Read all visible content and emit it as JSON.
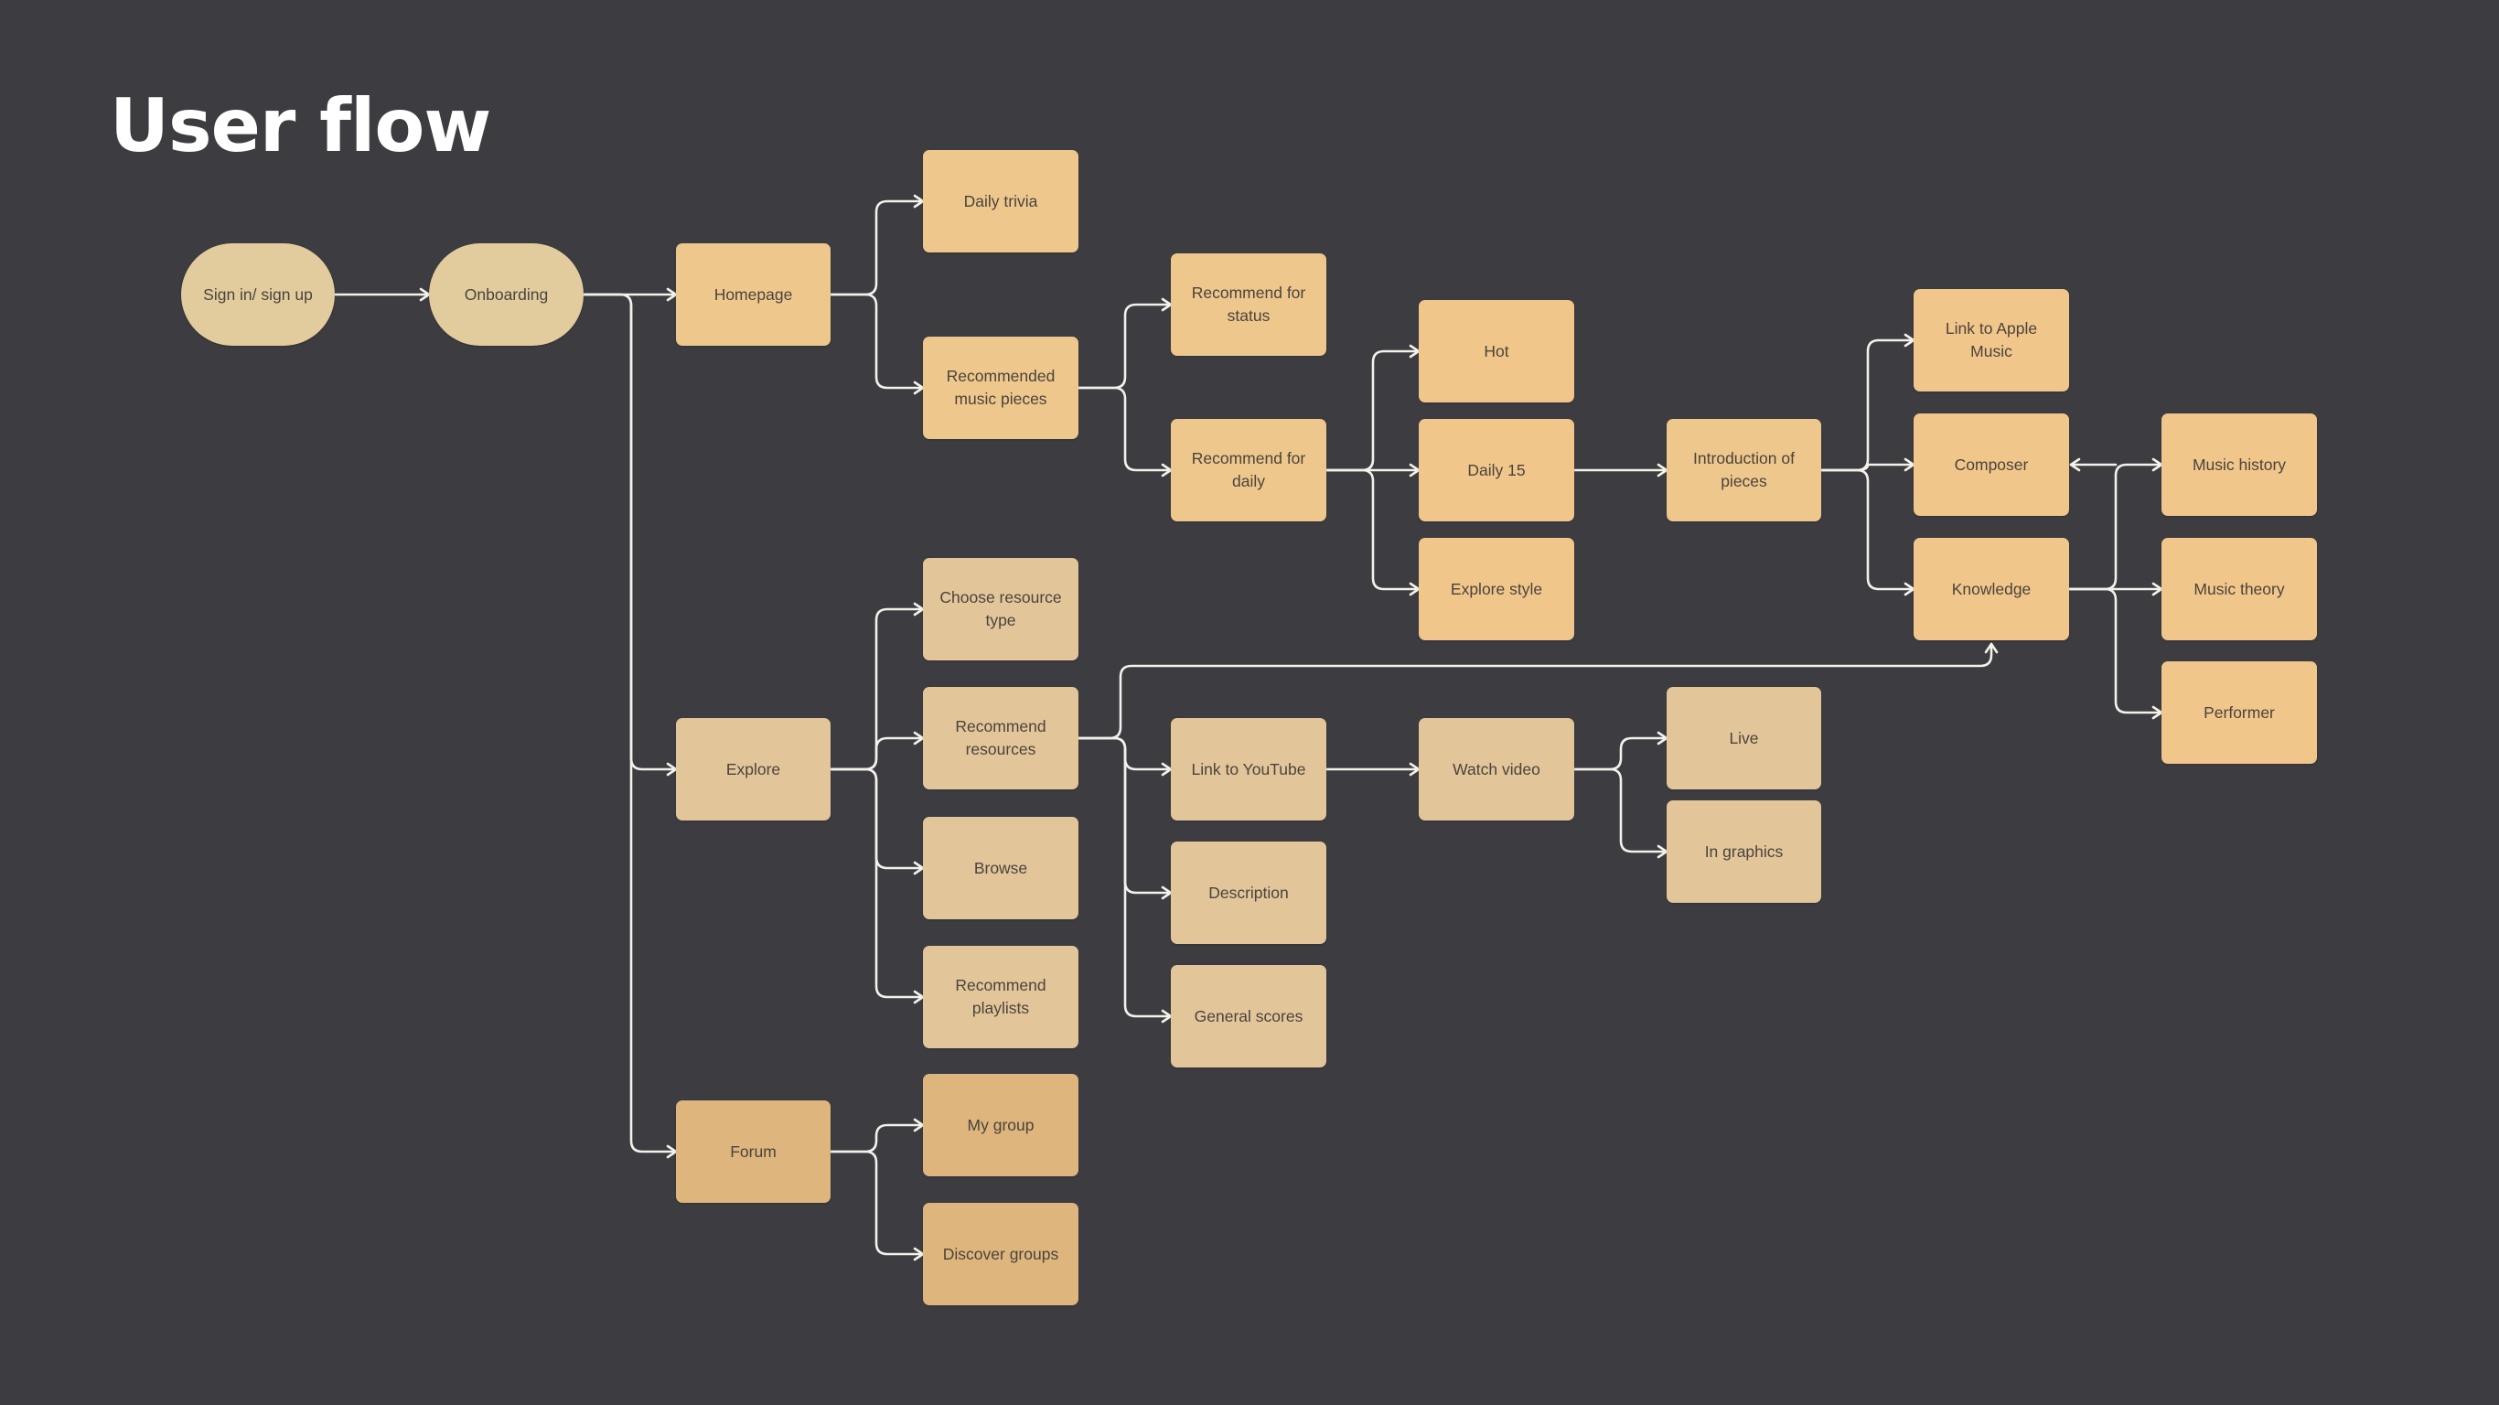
{
  "title": "User flow",
  "colors": {
    "background": "#3c3c41",
    "connector": "#f4f1ea",
    "home_branch": "#eec78c",
    "start_nodes": "#e2cc9d",
    "explore_branch": "#e3c59a",
    "forum_branch": "#ddb57d",
    "text": "#4a443d"
  },
  "nodes": {
    "signin": "Sign in/ sign up",
    "onboarding": "Onboarding",
    "homepage": "Homepage",
    "explore": "Explore",
    "forum": "Forum",
    "daily_trivia": "Daily trivia",
    "recommended_music": "Recommended\nmusic pieces",
    "choose_resource": "Choose resource\ntype",
    "recommend_resources": "Recommend\nresources",
    "browse": "Browse",
    "recommend_playlists": "Recommend\nplaylists",
    "my_group": "My group",
    "discover_groups": "Discover groups",
    "recommend_status": "Recommend for\nstatus",
    "recommend_daily": "Recommend for\ndaily",
    "link_youtube": "Link to YouTube",
    "description": "Description",
    "general_scores": "General scores",
    "hot": "Hot",
    "daily15": "Daily 15",
    "explore_style": "Explore style",
    "watch_video": "Watch video",
    "intro_pieces": "Introduction of\npieces",
    "live": "Live",
    "in_graphics": "In graphics",
    "link_apple": "Link to Apple\nMusic",
    "composer": "Composer",
    "knowledge": "Knowledge",
    "music_history": "Music history",
    "music_theory": "Music theory",
    "performer": "Performer"
  }
}
